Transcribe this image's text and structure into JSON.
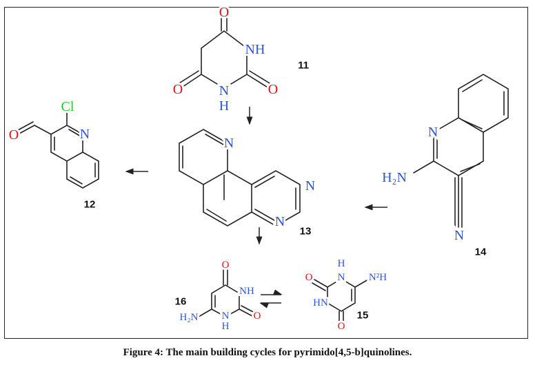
{
  "caption": "Figure 4: The main building cycles for pyrimido[4,5-b]quinolines.",
  "molecules": {
    "m11": {
      "label": "11",
      "atoms": [
        "O",
        "NH",
        "O",
        "N",
        "H",
        "O"
      ]
    },
    "m12": {
      "label": "12",
      "atoms": [
        "Cl",
        "N",
        "O"
      ]
    },
    "m13": {
      "label": "13",
      "atoms": [
        "N",
        "N",
        "N"
      ]
    },
    "m14": {
      "label": "14",
      "atoms": [
        "N",
        "H₂N",
        "N"
      ]
    },
    "m15": {
      "label": "15",
      "atoms": [
        "H",
        "N",
        "N²H",
        "O",
        "HN",
        "O"
      ]
    },
    "m16": {
      "label": "16",
      "atoms": [
        "O",
        "NH",
        "O",
        "N",
        "H",
        "H₂N"
      ]
    }
  },
  "colors": {
    "oxygen": "#e01010",
    "nitrogen": "#2f55d4",
    "chlorine": "#22cc22"
  }
}
